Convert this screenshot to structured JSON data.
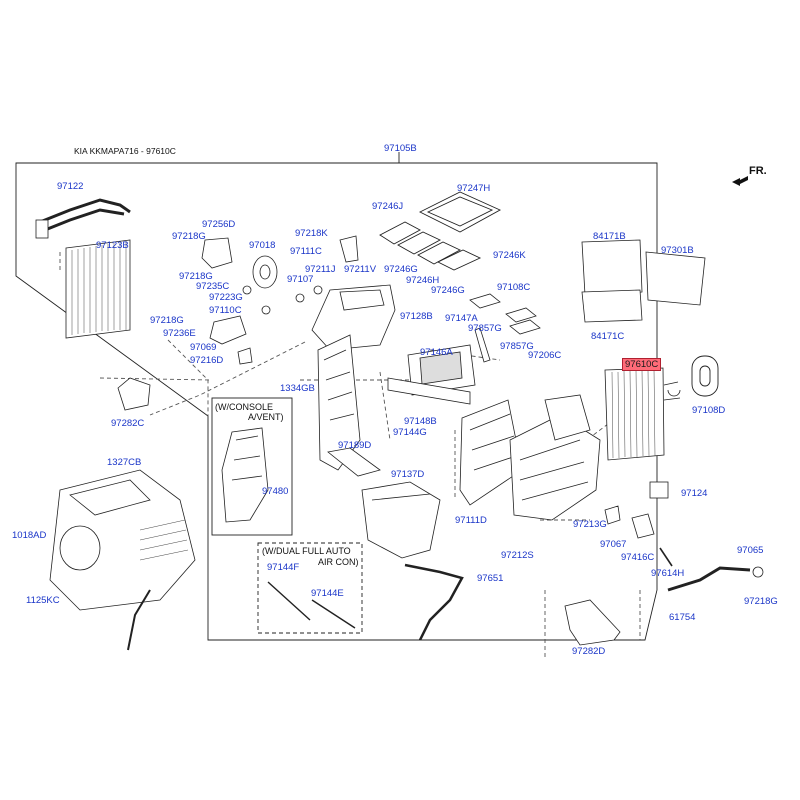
{
  "header": {
    "text": "KIA KKMAPA716 - 97610C"
  },
  "direction": {
    "label": "FR."
  },
  "notes": {
    "console": [
      "(W/CONSOLE",
      "A/VENT)"
    ],
    "dual": [
      "(W/DUAL FULL AUTO",
      "AIR CON)"
    ]
  },
  "highlight_color": "#ff6b78",
  "label_color": "#1a35c8",
  "labels": {
    "p97105B": "97105B",
    "p97122": "97122",
    "p97123B": "97123B",
    "p97256D": "97256D",
    "p97218G_a": "97218G",
    "p97018": "97018",
    "p97218G_b": "97218G",
    "p97235C": "97235C",
    "p97223G": "97223G",
    "p97110C": "97110C",
    "p97218G_c": "97218G",
    "p97236E": "97236E",
    "p97069": "97069",
    "p97216D": "97216D",
    "p97282C": "97282C",
    "p97218K": "97218K",
    "p97111C": "97111C",
    "p97211J": "97211J",
    "p97107": "97107",
    "p97211V": "97211V",
    "p97246J": "97246J",
    "p97247H": "97247H",
    "p97246G_a": "97246G",
    "p97246H": "97246H",
    "p97246G_b": "97246G",
    "p97246K": "97246K",
    "p97108C": "97108C",
    "p97128B": "97128B",
    "p97147A": "97147A",
    "p97857G_a": "97857G",
    "p97857G_b": "97857G",
    "p97146A": "97146A",
    "p97206C": "97206C",
    "p84171B": "84171B",
    "p97301B": "97301B",
    "p84171C": "84171C",
    "p97610C": "97610C",
    "p97108D": "97108D",
    "p1334GB": "1334GB",
    "p97148B": "97148B",
    "p97144G": "97144G",
    "p97189D": "97189D",
    "p97137D": "97137D",
    "p97480": "97480",
    "p97111D": "97111D",
    "p97124": "97124",
    "p97213G": "97213G",
    "p97067": "97067",
    "p97416C": "97416C",
    "p97212S": "97212S",
    "p97065": "97065",
    "p97614H": "97614H",
    "p97218G_d": "97218G",
    "p61754": "61754",
    "p1327CB": "1327CB",
    "p1018AD": "1018AD",
    "p1125KC": "1125KC",
    "p97144F": "97144F",
    "p97144E": "97144E",
    "p97651": "97651",
    "p97282D": "97282D"
  }
}
